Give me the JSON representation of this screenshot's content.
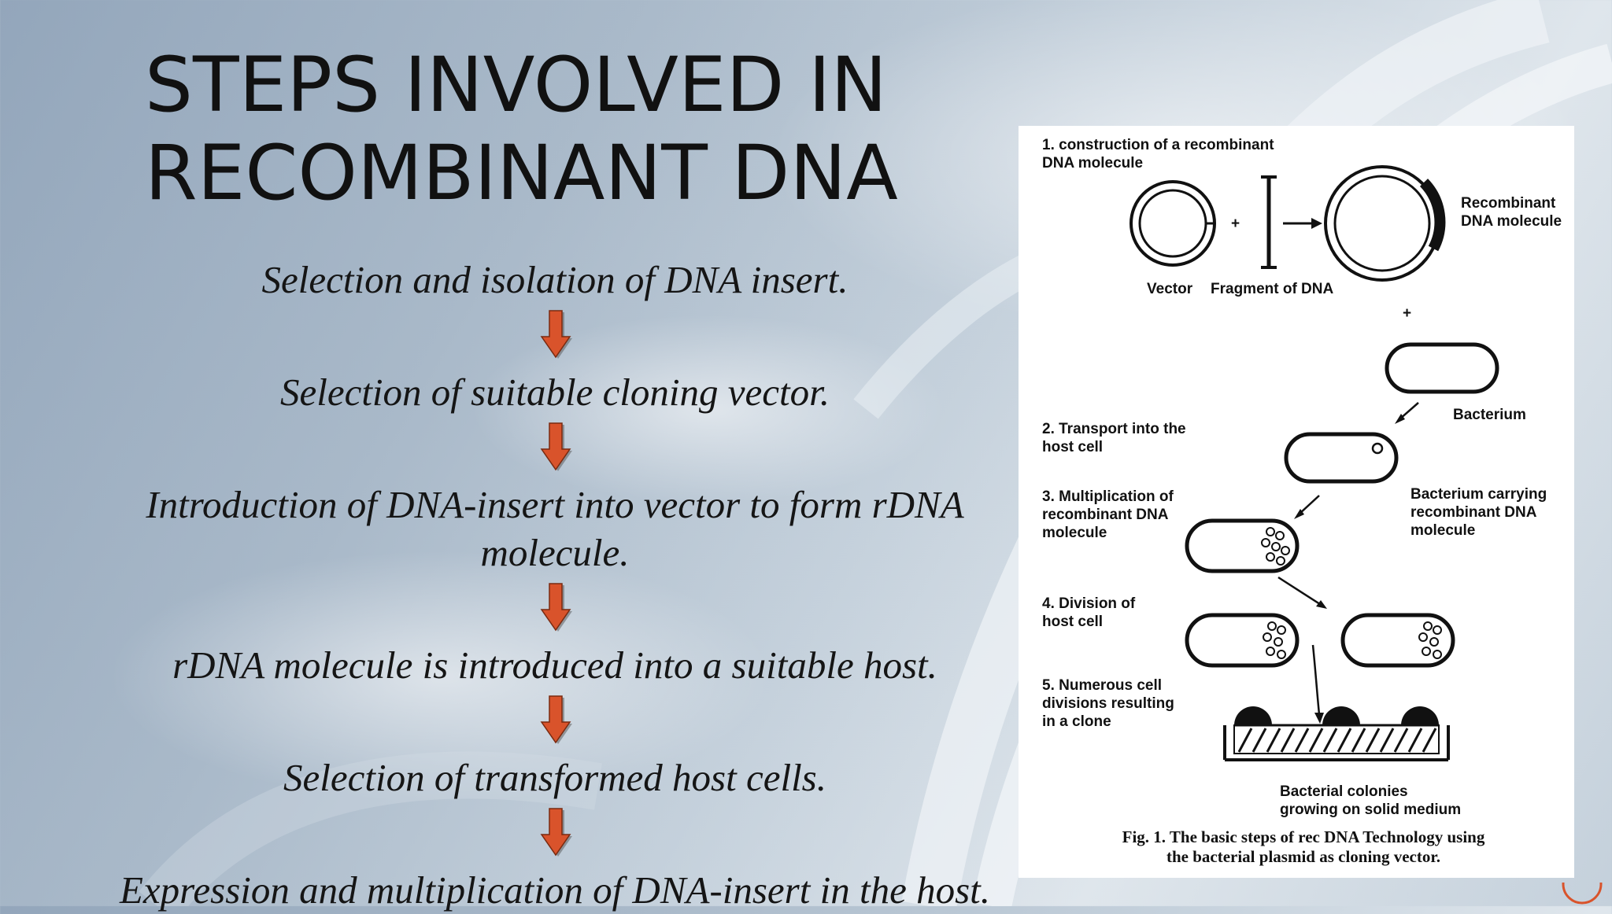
{
  "slide": {
    "title": "STEPS INVOLVED IN\nRECOMBINANT DNA TECHNOLOGY",
    "steps": [
      "Selection and isolation of DNA insert.",
      "Selection of suitable cloning vector.",
      "Introduction of DNA-insert into vector to form rDNA molecule.",
      "rDNA molecule is introduced into a suitable host.",
      "Selection of transformed host cells.",
      "Expression and multiplication of DNA-insert in the host."
    ],
    "arrow_color": "#d9532b"
  },
  "figure": {
    "step1_line1": "1. construction of a recombinant",
    "step1_line2": "DNA molecule",
    "vector_label": "Vector",
    "fragment_label": "Fragment of DNA",
    "recombinant_line1": "Recombinant",
    "recombinant_line2": "DNA molecule",
    "plus": "+",
    "bacterium_label": "Bacterium",
    "step2_line1": "2. Transport into the",
    "step2_line2": "host cell",
    "step3_line1": "3. Multiplication of",
    "step3_line2": "recombinant DNA",
    "step3_line3": "molecule",
    "carrying_line1": "Bacterium carrying",
    "carrying_line2": "recombinant DNA",
    "carrying_line3": "molecule",
    "step4_line1": "4. Division of",
    "step4_line2": "host cell",
    "step5_line1": "5. Numerous cell",
    "step5_line2": "divisions resulting",
    "step5_line3": "in a clone",
    "colonies_line1": "Bacterial colonies",
    "colonies_line2": "growing on solid medium",
    "caption_line1": "Fig. 1. The basic steps of rec DNA Technology using",
    "caption_line2": "the bacterial plasmid as cloning vector."
  }
}
